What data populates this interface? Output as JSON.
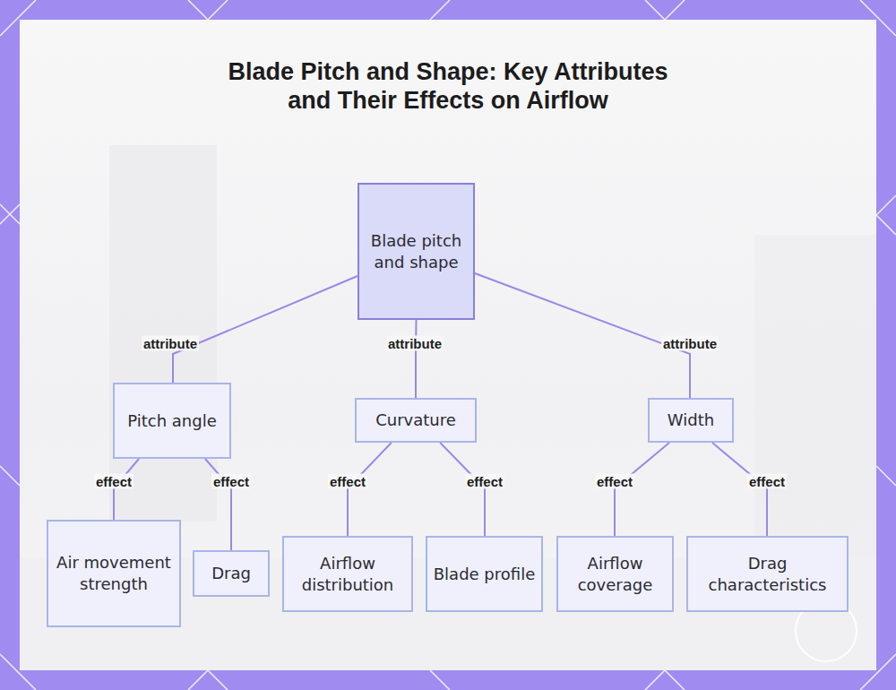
{
  "diagram": {
    "title": "Blade Pitch and Shape: Key Attributes and Their Effects on Airflow",
    "nodes": [
      {
        "text": [
          "Blade pitch and shape"
        ]
      },
      {
        "text": [
          "Pitch angle"
        ]
      },
      {
        "text": [
          "Curvature"
        ]
      },
      {
        "text": [
          "Width"
        ]
      },
      {
        "text": [
          "Air movement strength"
        ]
      },
      {
        "text": [
          "Drag"
        ]
      },
      {
        "text": [
          "Airflow distribution"
        ]
      },
      {
        "text": [
          "Blade profile"
        ]
      },
      {
        "text": [
          "Airflow coverage"
        ]
      },
      {
        "text": [
          "Drag characteristics"
        ]
      }
    ],
    "edges": [
      {
        "from": 0,
        "to": 1,
        "label": "attribute",
        "arrow": "none"
      },
      {
        "from": 0,
        "to": 2,
        "label": "attribute",
        "arrow": "none"
      },
      {
        "from": 0,
        "to": 3,
        "label": "attribute",
        "arrow": "none"
      },
      {
        "from": 1,
        "to": 4,
        "label": "effect",
        "arrow": "none"
      },
      {
        "from": 1,
        "to": 5,
        "label": "effect",
        "arrow": "none"
      },
      {
        "from": 2,
        "to": 6,
        "label": "effect",
        "arrow": "none"
      },
      {
        "from": 2,
        "to": 7,
        "label": "effect",
        "arrow": "none"
      },
      {
        "from": 3,
        "to": 8,
        "label": "effect",
        "arrow": "none"
      },
      {
        "from": 3,
        "to": 9,
        "label": "effect",
        "arrow": "none"
      }
    ]
  }
}
